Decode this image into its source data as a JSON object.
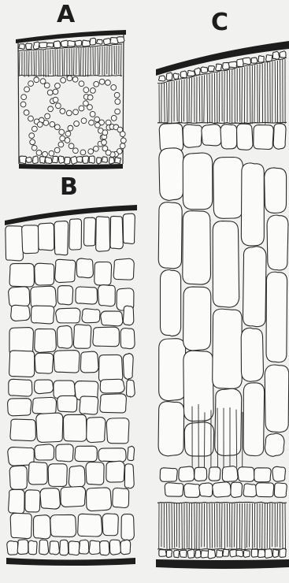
{
  "figure": {
    "panels": [
      {
        "id": "A",
        "label": "A"
      },
      {
        "id": "B",
        "label": "B"
      },
      {
        "id": "C",
        "label": "C"
      }
    ]
  },
  "colors": {
    "background": "#f1f1ef",
    "ink": "#1d1d1d",
    "cell_line": "#2a2a2a",
    "cell_fill": "#fbfbf9"
  }
}
